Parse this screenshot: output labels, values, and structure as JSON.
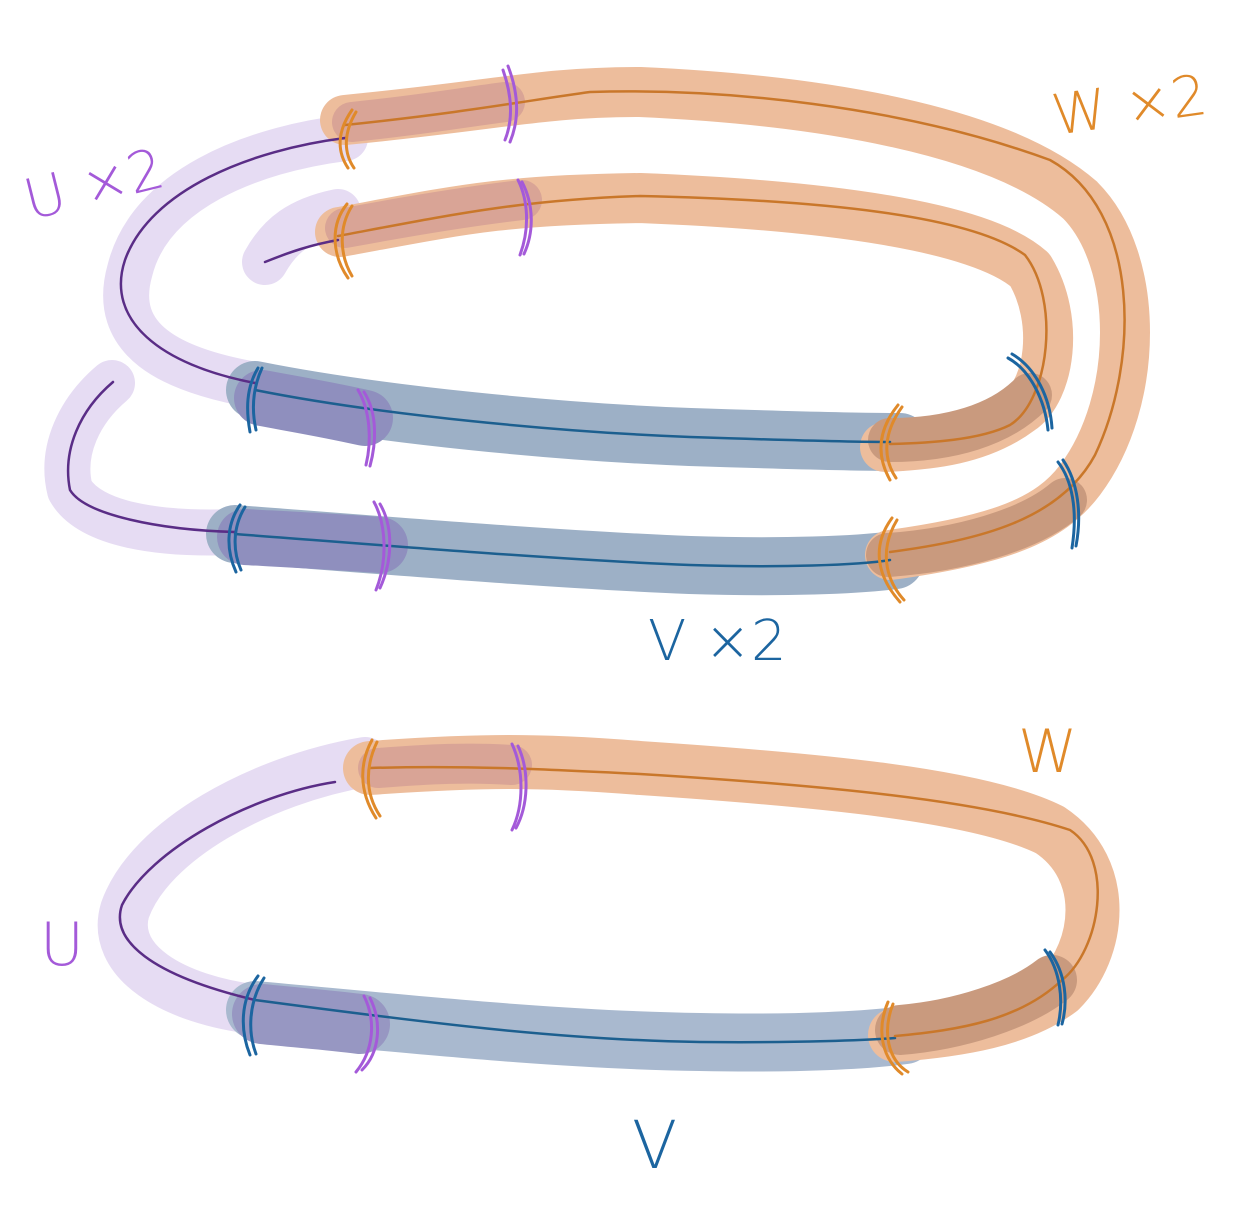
{
  "colors": {
    "U": "#9b59d9",
    "U_band": "#e6dcf3",
    "U_line": "#5a2d86",
    "V": "#1c5f8f",
    "V_band": "#9db0c6",
    "W": "#d9862f",
    "W_band": "#edbd9c",
    "overlap_UV": "#8f8fbe",
    "overlap_VW": "#c99a7e",
    "overlap_UW": "#d9a496"
  },
  "labels": {
    "top_u": "U ×2",
    "top_w": "W ×2",
    "top_v": "V ×2",
    "bottom_u": "U",
    "bottom_w": "W",
    "bottom_v": "V"
  }
}
